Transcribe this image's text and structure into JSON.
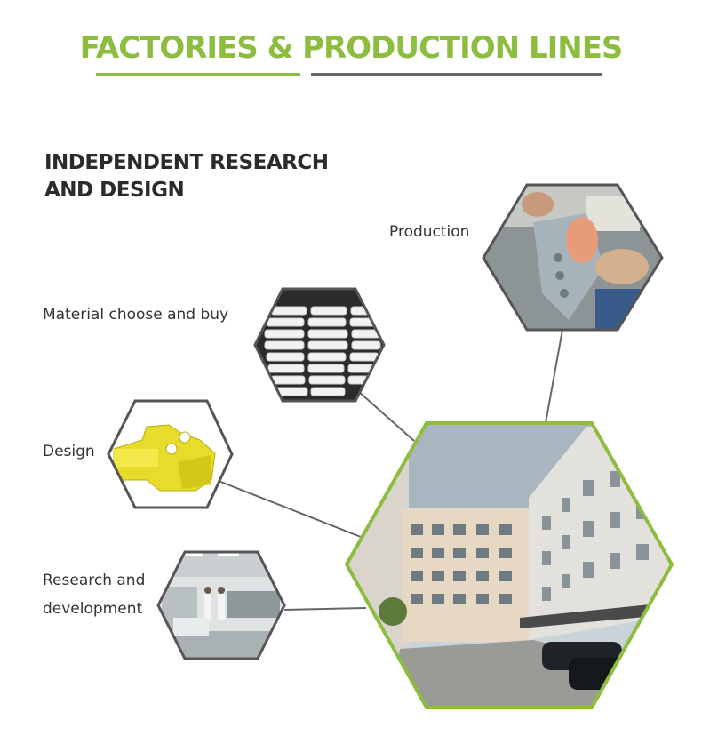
{
  "header": {
    "title": "FACTORIES & PRODUCTION LINES"
  },
  "section": {
    "heading_line1": "INDEPENDENT RESEARCH",
    "heading_line2": "AND DESIGN"
  },
  "steps": {
    "production": "Production",
    "material": "Material choose and buy",
    "design": "Design",
    "research_line1": "Research and",
    "research_line2": "development"
  },
  "colors": {
    "accent": "#8cbd3f",
    "dark_line": "#666666",
    "hex_border": "#555555"
  }
}
